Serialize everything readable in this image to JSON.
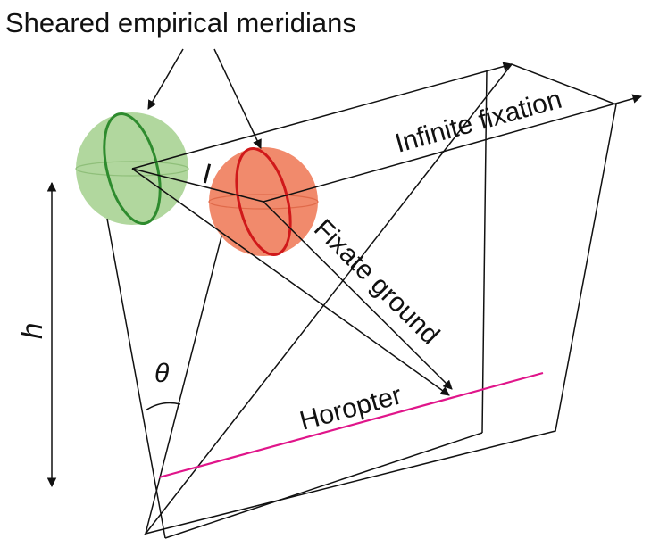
{
  "labels": {
    "title": "Sheared empirical meridians",
    "infinite_fixation": "Infinite fixation",
    "fixate_ground": "Fixate ground",
    "horopter": "Horopter",
    "height_symbol": "h",
    "angle_symbol": "θ",
    "interocular_symbol": "I"
  },
  "colors": {
    "line": "#111111",
    "left_eye_fill": "#a8d393",
    "left_eye_stroke": "#2e8b2e",
    "right_eye_fill": "#f0805f",
    "right_eye_stroke": "#d0181a",
    "horopter": "#e0158a"
  }
}
